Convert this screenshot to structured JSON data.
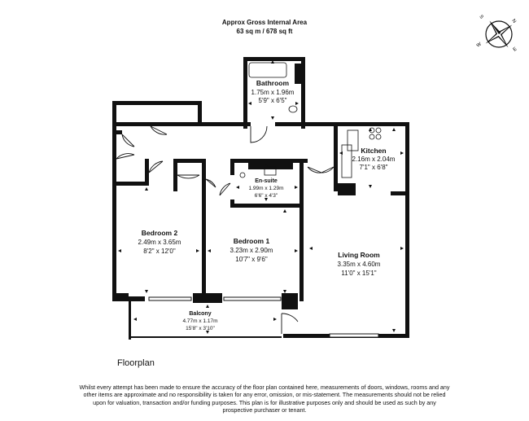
{
  "header": {
    "line1": "Approx Gross Internal Area",
    "line2": "63 sq m / 678 sq ft"
  },
  "rooms": {
    "bathroom": {
      "name": "Bathroom",
      "metric": "1.75m x 1.96m",
      "imperial": "5'9\" x 6'5\""
    },
    "kitchen": {
      "name": "Kitchen",
      "metric": "2.16m x 2.04m",
      "imperial": "7'1\" x 6'8\""
    },
    "ensuite": {
      "name": "En-suite",
      "metric": "1.99m x 1.29m",
      "imperial": "6'6\" x 4'3\""
    },
    "bedroom2": {
      "name": "Bedroom 2",
      "metric": "2.49m x 3.65m",
      "imperial": "8'2\" x 12'0\""
    },
    "bedroom1": {
      "name": "Bedroom 1",
      "metric": "3.23m x 2.90m",
      "imperial": "10'7\" x 9'6\""
    },
    "living": {
      "name": "Living Room",
      "metric": "3.35m x 4.60m",
      "imperial": "11'0\" x 15'1\""
    },
    "balcony": {
      "name": "Balcony",
      "metric": "4.77m x 1.17m",
      "imperial": "15'8\" x 3'10\""
    }
  },
  "compass": {
    "letters": [
      "N",
      "E",
      "S",
      "W"
    ],
    "icon": "compass-rose-icon"
  },
  "footer": {
    "title": "Floorplan",
    "disclaimer": "Whilst every attempt has been made to ensure the accuracy of the floor plan contained here, measurements of doors, windows, rooms and any other items are approximate and no responsibility is taken for any error, omission, or mis-statement. The measurements should not be relied upon for valuation, transaction and/or funding purposes. This plan is for illustrative purposes only and should be used as such by any prospective purchaser or tenant."
  },
  "colors": {
    "wall": "#111111",
    "window": "#9a9a9a",
    "background": "#ffffff"
  }
}
